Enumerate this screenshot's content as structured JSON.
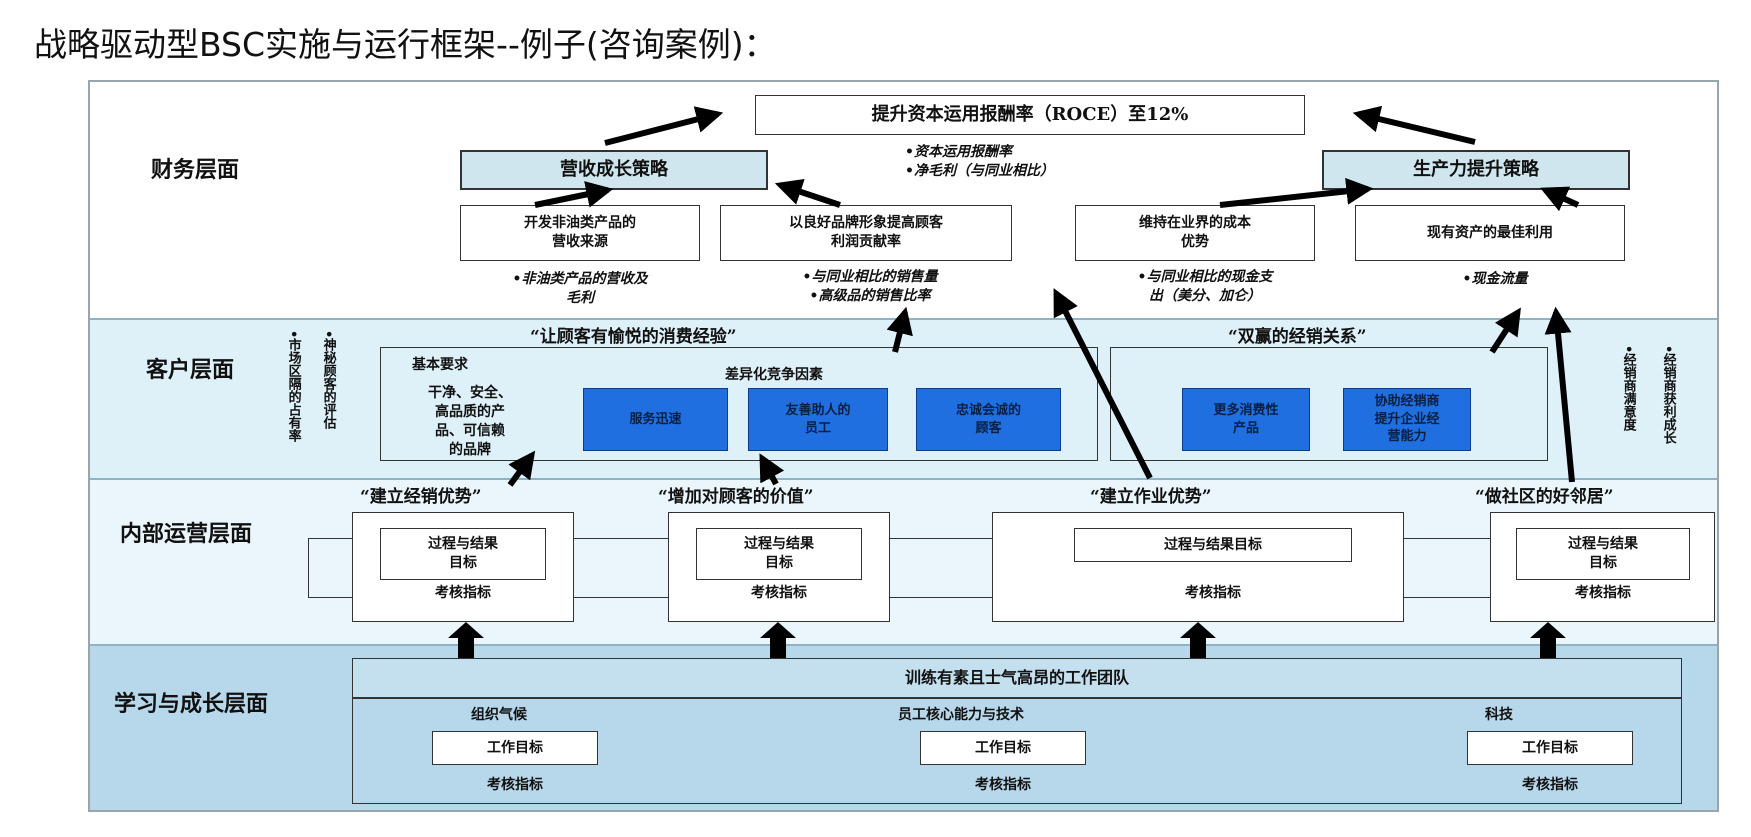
{
  "page_title": "战略驱动型BSC实施与运行框架--例子(咨询案例)：",
  "layers": {
    "financial": "财务层面",
    "customer": "客户层面",
    "internal": "内部运营层面",
    "learning": "学习与成长层面"
  },
  "financial": {
    "goal": "提升资本运用报酬率（ROCE）至12%",
    "goal_kpis": "•资本运用报酬率\n•净毛利（与同业相比）",
    "revenue_strategy": "营收成长策略",
    "productivity_strategy": "生产力提升策略",
    "objectives": [
      {
        "text": "开发非油类产品的\n营收来源",
        "kpi": "•非油类产品的营收及\n毛利"
      },
      {
        "text": "以良好品牌形象提高顾客\n利润贡献率",
        "kpi": "•与同业相比的销售量\n•高级品的销售比率"
      },
      {
        "text": "维持在业界的成本\n优势",
        "kpi": "•与同业相比的现金支\n出（美分、加仑）"
      },
      {
        "text": "现有资产的最佳利用",
        "kpi": "•现金流量"
      }
    ]
  },
  "customer": {
    "left_measures": "•市场区隔的占有率",
    "left_measures2": "•神秘顾客的评估",
    "right_measures": "•经销商满意度",
    "right_measures2": "•经销商获利成长",
    "left_theme": "“让顾客有愉悦的消费经验”",
    "right_theme": "“双赢的经销关系”",
    "basic_title": "基本要求",
    "basic_text": "干净、安全、\n高品质的产\n品、可信赖\n的品牌",
    "diff_title": "差异化竞争因素",
    "diff_items": [
      "服务迅速",
      "友善助人的\n员工",
      "忠诚会诚的\n顾客"
    ],
    "dealer_items": [
      "更多消费性\n产品",
      "协助经销商\n提升企业经\n营能力"
    ]
  },
  "internal": {
    "themes": [
      "“建立经销优势”",
      "“增加对顾客的价值”",
      "“建立作业优势”",
      "“做社区的好邻居”"
    ],
    "process_goal": "过程与结果\n目标",
    "process_goal_wide": "过程与结果目标",
    "kpi": "考核指标"
  },
  "learning": {
    "team": "训练有素且士气高昂的工作团队",
    "columns": [
      "组织气候",
      "员工核心能力与技术",
      "科技"
    ],
    "work_goal": "工作目标",
    "kpi": "考核指标"
  }
}
